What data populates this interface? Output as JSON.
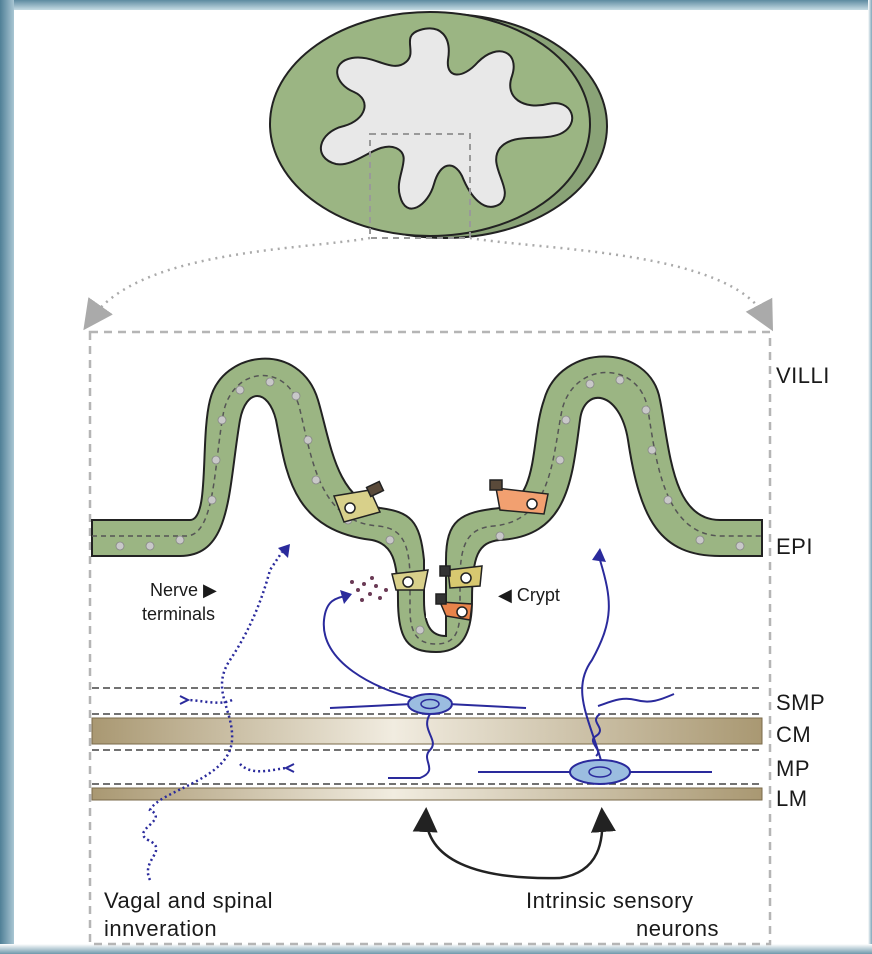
{
  "layers": {
    "villi": "VILLI",
    "epi": "EPI",
    "smp": "SMP",
    "cm": "CM",
    "mp": "MP",
    "lm": "LM"
  },
  "annotations": {
    "nerve_terminals_line1": "Nerve ▶",
    "nerve_terminals_line2": "terminals",
    "crypt": "◀ Crypt",
    "vagal_line1": "Vagal and spinal",
    "vagal_line2": "innveration",
    "intrinsic_line1": "Intrinsic sensory",
    "intrinsic_line2": "neurons"
  },
  "colors": {
    "tissue_green": "#9bb583",
    "tissue_dark": "#6f8c5c",
    "lumen": "#e8e8e8",
    "neuron_blue": "#2a2a9c",
    "neuron_body": "#9bbde0",
    "muscle_tan": "#bfb08e",
    "cell_yellow": "#d8d08a",
    "cell_orange": "#e8834a"
  }
}
